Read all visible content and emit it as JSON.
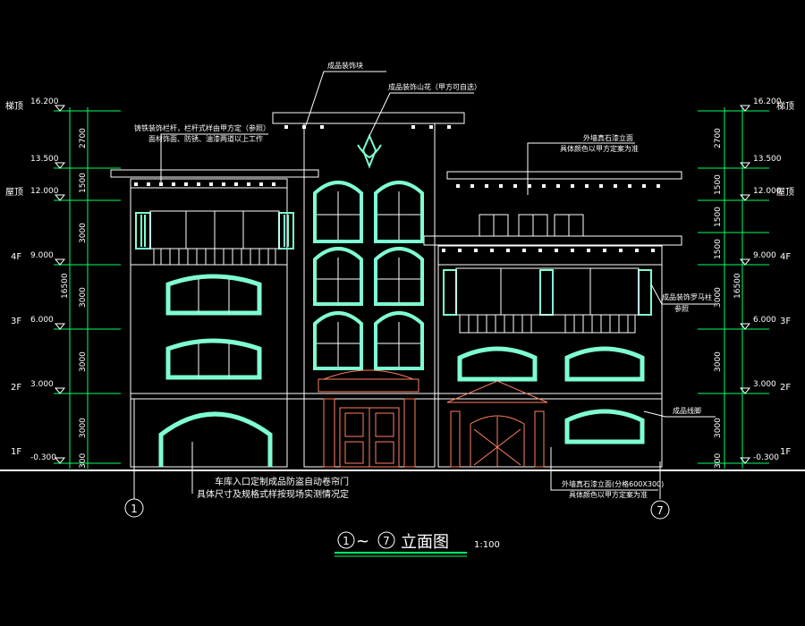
{
  "levels_left": [
    {
      "name": "梯顶",
      "elev": "16.200"
    },
    {
      "name": "",
      "elev": "13.500"
    },
    {
      "name": "屋顶",
      "elev": "12.000"
    },
    {
      "name": "4F",
      "elev": "9.000"
    },
    {
      "name": "3F",
      "elev": "6.000"
    },
    {
      "name": "2F",
      "elev": "3.000"
    },
    {
      "name": "1F",
      "elev": "-0.300"
    }
  ],
  "levels_right": [
    {
      "name": "梯顶",
      "elev": "16.200"
    },
    {
      "name": "",
      "elev": "13.500"
    },
    {
      "name": "屋顶",
      "elev": "12.000"
    },
    {
      "name": "4F",
      "elev": "9.000"
    },
    {
      "name": "3F",
      "elev": "6.000"
    },
    {
      "name": "2F",
      "elev": "3.000"
    },
    {
      "name": "1F",
      "elev": "-0.300"
    }
  ],
  "dims_left": [
    "2700",
    "1500",
    "3000",
    "3000",
    "3000",
    "3000",
    "300"
  ],
  "dims_right": [
    "2700",
    "1500",
    "1500",
    "1500",
    "3000",
    "3000",
    "3000",
    "300"
  ],
  "total_left": "16500",
  "total_right": "16500",
  "annotations": {
    "top_center": "成品装饰块",
    "top_center2": "成品装饰山花（甲方可自选）",
    "left_top_line1": "铸铁装饰栏杆，栏杆式样由甲方定（参照）",
    "left_top_line2": "面材饰面、防锈、油漆两道以上工作",
    "right_top_line1": "外墙真石漆立面",
    "right_top_line2": "具体颜色以甲方定案为准",
    "right_mid": "成品装饰罗马柱",
    "right_mid2": "参照",
    "right_lower": "成品线脚",
    "bottom_left_line1": "车库入口定制成品防盗自动卷帘门",
    "bottom_left_line2": "具体尺寸及规格式样按现场实测情况定",
    "bottom_right_line1": "外墙真石漆立面(分格600X300)",
    "bottom_right_line2": "具体颜色以甲方定案为准"
  },
  "axis_left": "1",
  "axis_right": "7",
  "title": {
    "axis_from": "1",
    "sep": "~",
    "axis_to": "7",
    "name": "立面图",
    "scale": "1:100"
  }
}
